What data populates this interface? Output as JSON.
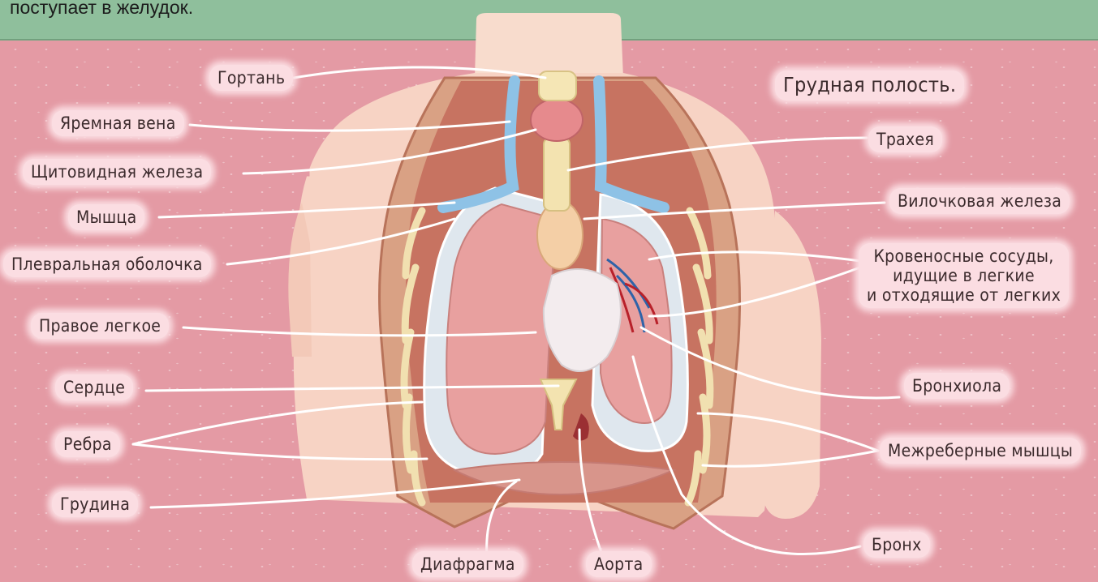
{
  "top_text": "поступает в желудок.",
  "title": "Грудная полость.",
  "labels_left": {
    "larynx": "Гортань",
    "jugular_vein": "Яремная вена",
    "thyroid": "Щитовидная железа",
    "muscle": "Мышца",
    "pleura": "Плевральная оболочка",
    "right_lung": "Правое легкое",
    "heart": "Сердце",
    "ribs": "Ребра",
    "sternum": "Грудина"
  },
  "labels_right": {
    "trachea": "Трахея",
    "thymus": "Вилочковая железа",
    "vessels": "Кровеносные сосуды,\nидущие в легкие\nи отходящие от легких",
    "bronchiole": "Бронхиола",
    "intercostal": "Межреберные мышцы",
    "bronchus": "Бронх"
  },
  "labels_bottom": {
    "diaphragm": "Диафрагма",
    "aorta": "Аорта"
  },
  "colors": {
    "background": "#e49aa4",
    "top_band": "#8fbf9c",
    "label_bg": "#fbdde2",
    "vein": "#8ec2e6",
    "lung": "#e9a2a0",
    "pleura": "#dfe7ee",
    "skin": "#f7d7c9"
  }
}
